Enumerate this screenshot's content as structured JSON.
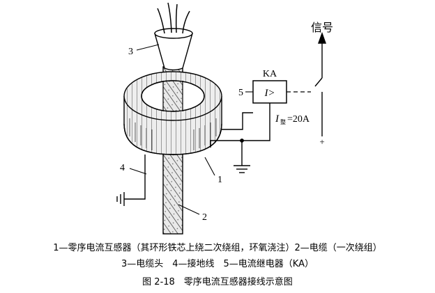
{
  "labels": {
    "num1": "1",
    "num2": "2",
    "num3": "3",
    "num4": "4",
    "num5": "5",
    "relay": "KA",
    "relay_symbol": "I>",
    "signal": "信号",
    "current_symbol": "I",
    "current_subscript": "整",
    "current_value": "=20A",
    "plus": "+"
  },
  "legend": {
    "line1": "1—零序电流互感器（其环形铁芯上绕二次绕组，环氧浇注）2—电缆（一次绕组）",
    "line2": "3—电缆头　4—接地线　5—电流继电器（KA）"
  },
  "caption": "图 2-18　零序电流互感器接线示意图"
}
